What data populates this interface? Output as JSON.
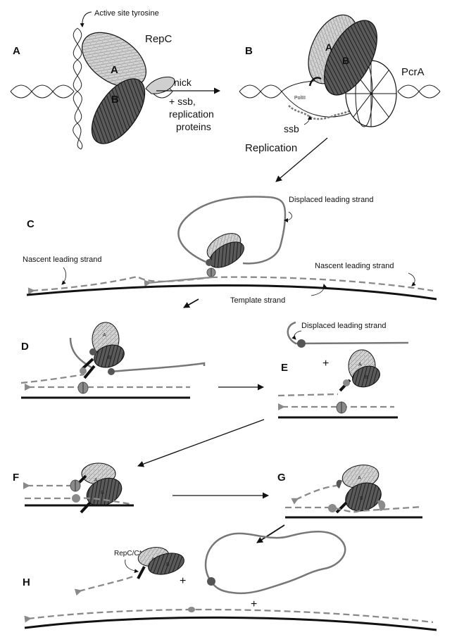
{
  "panels": [
    "A",
    "B",
    "C",
    "D",
    "E",
    "F",
    "G",
    "H"
  ],
  "subunits": {
    "a": "A",
    "b": "B"
  },
  "labels": {
    "active_site": "Active site tyrosine",
    "repc": "RepC",
    "nick": "nick",
    "plus_ssb": "+ ssb,",
    "replication_proteins_1": "replication",
    "replication_proteins_2": "proteins",
    "pcra": "PcrA",
    "pol3": "PolIII",
    "ssb": "ssb",
    "replication": "Replication",
    "displaced_leading_strand": "Displaced leading strand",
    "nascent_leading_strand": "Nascent leading strand",
    "template_strand": "Template strand",
    "repc_star": "RepC/C*",
    "plus": "+"
  },
  "colors": {
    "line": "#111111",
    "grey_strand": "#8a8a8a",
    "light_grey": "#b5b5b5",
    "dark_mark": "#555555",
    "subunit_a": "#cfcfcf",
    "subunit_b": "#555555"
  }
}
